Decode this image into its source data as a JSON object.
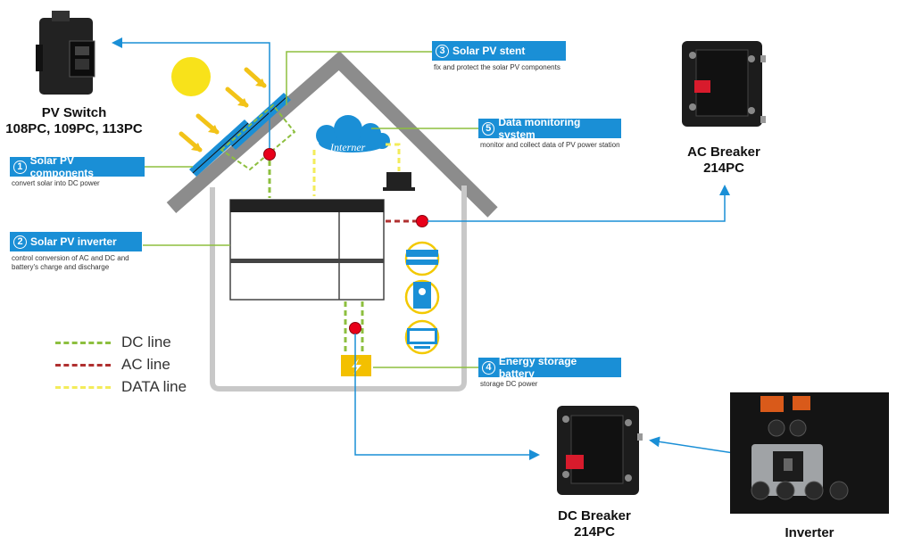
{
  "colors": {
    "accent_blue": "#1a8fd6",
    "dc_line": "#8dbf3f",
    "ac_line": "#b03030",
    "data_line": "#f3ec5a",
    "house_gray": "#8c8c8c",
    "sun": "#f8e21a",
    "connector_red": "#e8001a"
  },
  "callouts": [
    {
      "number": "1",
      "title": "Solar PV components",
      "description": "convert solar into DC power"
    },
    {
      "number": "2",
      "title": "Solar PV inverter",
      "description": "control conversion of AC and DC and battery's charge and discharge"
    },
    {
      "number": "3",
      "title": "Solar PV stent",
      "description": "fix and protect the solar PV components"
    },
    {
      "number": "4",
      "title": "Energy storage battery",
      "description": "storage DC power"
    },
    {
      "number": "5",
      "title": "Data monitoring system",
      "description": "monitor and collect data of PV power station"
    }
  ],
  "devices": {
    "pv_switch": {
      "line1": "PV Switch",
      "line2": "108PC, 109PC, 113PC"
    },
    "ac_breaker": {
      "line1": "AC Breaker",
      "line2": "214PC"
    },
    "dc_breaker": {
      "line1": "DC Breaker",
      "line2": "214PC"
    },
    "inverter": {
      "line1": "Inverter"
    }
  },
  "internet_label": "Interner",
  "legend": [
    {
      "key": "dc",
      "label": "DC line"
    },
    {
      "key": "ac",
      "label": "AC line"
    },
    {
      "key": "data",
      "label": "DATA line"
    }
  ],
  "icons": [
    "sun-icon",
    "cloud-icon",
    "laptop-icon",
    "solar-panel-icon",
    "battery-icon",
    "meter-icon",
    "fridge-icon",
    "tv-icon"
  ]
}
